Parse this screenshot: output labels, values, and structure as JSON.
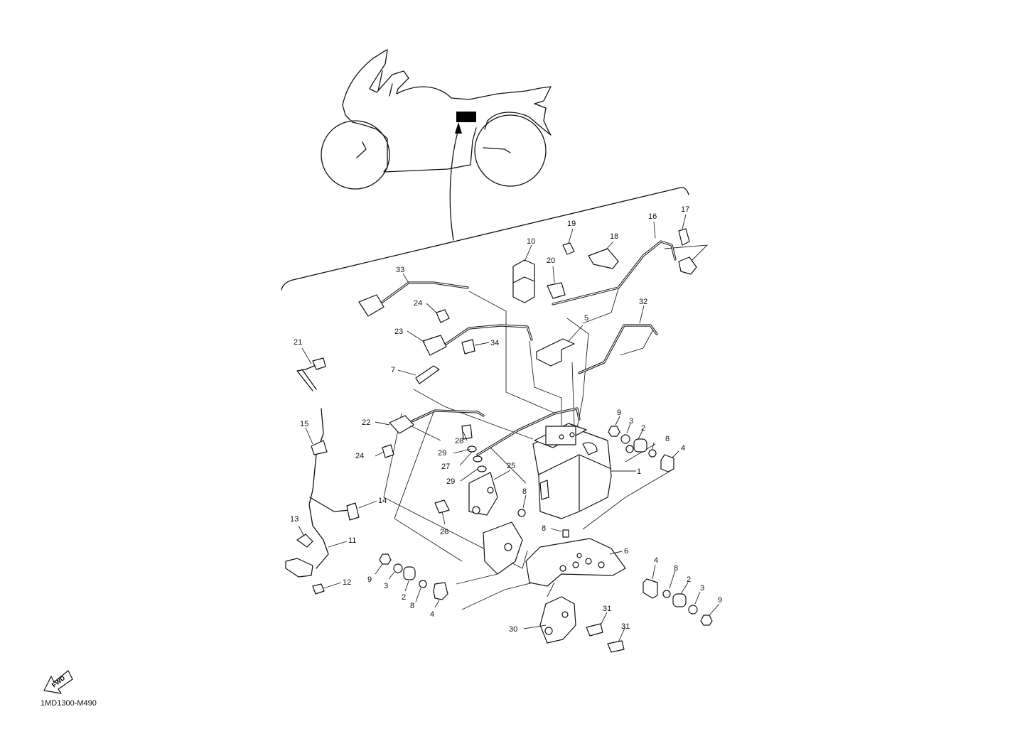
{
  "diagram_code": "1MD1300-M490",
  "fwd_label": "FWD",
  "callouts": [
    {
      "id": "c1",
      "text": "1"
    },
    {
      "id": "c2a",
      "text": "2"
    },
    {
      "id": "c2b",
      "text": "2"
    },
    {
      "id": "c2c",
      "text": "2"
    },
    {
      "id": "c3a",
      "text": "3"
    },
    {
      "id": "c3b",
      "text": "3"
    },
    {
      "id": "c3c",
      "text": "3"
    },
    {
      "id": "c4a",
      "text": "4"
    },
    {
      "id": "c4b",
      "text": "4"
    },
    {
      "id": "c4c",
      "text": "4"
    },
    {
      "id": "c5",
      "text": "5"
    },
    {
      "id": "c6",
      "text": "6"
    },
    {
      "id": "c7",
      "text": "7"
    },
    {
      "id": "c8a",
      "text": "8"
    },
    {
      "id": "c8b",
      "text": "8"
    },
    {
      "id": "c8c",
      "text": "8"
    },
    {
      "id": "c8d",
      "text": "8"
    },
    {
      "id": "c8e",
      "text": "8"
    },
    {
      "id": "c9a",
      "text": "9"
    },
    {
      "id": "c9b",
      "text": "9"
    },
    {
      "id": "c9c",
      "text": "9"
    },
    {
      "id": "c10",
      "text": "10"
    },
    {
      "id": "c11",
      "text": "11"
    },
    {
      "id": "c12",
      "text": "12"
    },
    {
      "id": "c13",
      "text": "13"
    },
    {
      "id": "c14",
      "text": "14"
    },
    {
      "id": "c15",
      "text": "15"
    },
    {
      "id": "c16",
      "text": "16"
    },
    {
      "id": "c17",
      "text": "17"
    },
    {
      "id": "c18",
      "text": "18"
    },
    {
      "id": "c19",
      "text": "19"
    },
    {
      "id": "c20",
      "text": "20"
    },
    {
      "id": "c21",
      "text": "21"
    },
    {
      "id": "c22",
      "text": "22"
    },
    {
      "id": "c23",
      "text": "23"
    },
    {
      "id": "c24a",
      "text": "24"
    },
    {
      "id": "c24b",
      "text": "24"
    },
    {
      "id": "c25",
      "text": "25"
    },
    {
      "id": "c26",
      "text": "26"
    },
    {
      "id": "c27",
      "text": "27"
    },
    {
      "id": "c28",
      "text": "28"
    },
    {
      "id": "c29a",
      "text": "29"
    },
    {
      "id": "c29b",
      "text": "29"
    },
    {
      "id": "c30",
      "text": "30"
    },
    {
      "id": "c31a",
      "text": "31"
    },
    {
      "id": "c31b",
      "text": "31"
    },
    {
      "id": "c32",
      "text": "32"
    },
    {
      "id": "c33",
      "text": "33"
    },
    {
      "id": "c34",
      "text": "34"
    }
  ]
}
